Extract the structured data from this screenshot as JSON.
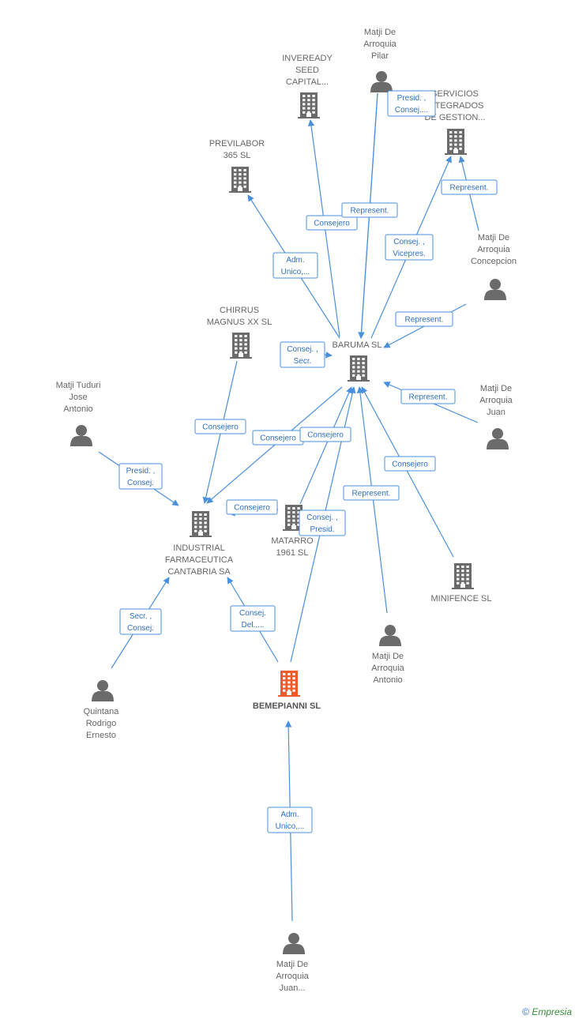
{
  "colors": {
    "edge": "#4a8fdc",
    "building": "#6b6b6b",
    "building_main": "#f05a28",
    "person": "#6b6b6b"
  },
  "nodes": [
    {
      "id": "inveready",
      "type": "company",
      "label": [
        "INVEREADY",
        "SEED",
        "CAPITAL..."
      ]
    },
    {
      "id": "pilar",
      "type": "person",
      "label": [
        "Matji De",
        "Arroquia",
        "Pilar"
      ]
    },
    {
      "id": "servicios",
      "type": "company",
      "label": [
        "SERVICIOS",
        "INTEGRADOS",
        "DE GESTION..."
      ]
    },
    {
      "id": "previlabor",
      "type": "company",
      "label": [
        "PREVILABOR",
        "365 SL"
      ]
    },
    {
      "id": "concepcion",
      "type": "person",
      "label": [
        "Matji De",
        "Arroquia",
        "Concepcion"
      ]
    },
    {
      "id": "chirrus",
      "type": "company",
      "label": [
        "CHIRRUS",
        "MAGNUS XX SL"
      ]
    },
    {
      "id": "baruma",
      "type": "company",
      "label": [
        "BARUMA SL"
      ]
    },
    {
      "id": "tuduri",
      "type": "person",
      "label": [
        "Matji Tuduri",
        "Jose",
        "Antonio"
      ]
    },
    {
      "id": "juan",
      "type": "person",
      "label": [
        "Matji De",
        "Arroquia",
        "Juan"
      ]
    },
    {
      "id": "industrial",
      "type": "company",
      "label": [
        "INDUSTRIAL",
        "FARMACEUTICA",
        "CANTABRIA SA"
      ]
    },
    {
      "id": "matarro",
      "type": "company",
      "label": [
        "MATARRO",
        "1961 SL"
      ]
    },
    {
      "id": "minifence",
      "type": "company",
      "label": [
        "MINIFENCE SL"
      ]
    },
    {
      "id": "antonio",
      "type": "person",
      "label": [
        "Matji De",
        "Arroquia",
        "Antonio"
      ]
    },
    {
      "id": "quintana",
      "type": "person",
      "label": [
        "Quintana",
        "Rodrigo",
        "Ernesto"
      ]
    },
    {
      "id": "bemepianni",
      "type": "company",
      "main": true,
      "label": [
        "BEMEPIANNI SL"
      ]
    },
    {
      "id": "juan2",
      "type": "person",
      "label": [
        "Matji De",
        "Arroquia",
        "Juan..."
      ]
    }
  ],
  "edges": [
    {
      "from": "baruma",
      "to": "inveready",
      "label": [
        "Consejero"
      ]
    },
    {
      "from": "pilar",
      "to": "baruma",
      "label": [
        "Represent."
      ]
    },
    {
      "from": "pilar",
      "to": "baruma",
      "label": [
        "Presid. ,",
        "Consej...."
      ]
    },
    {
      "from": "concepcion",
      "to": "servicios",
      "label": [
        "Represent."
      ]
    },
    {
      "from": "baruma",
      "to": "servicios",
      "label": [
        "Consej. ,",
        "Vicepres."
      ]
    },
    {
      "from": "baruma",
      "to": "previlabor",
      "label": [
        "Adm.",
        "Unico,..."
      ]
    },
    {
      "from": "concepcion",
      "to": "baruma",
      "label": [
        "Represent."
      ]
    },
    {
      "from": "chirrus",
      "to": "baruma",
      "label": [
        "Consej. ,",
        "Secr."
      ]
    },
    {
      "from": "juan",
      "to": "baruma",
      "label": [
        "Represent."
      ]
    },
    {
      "from": "chirrus",
      "to": "industrial",
      "label": [
        "Consejero"
      ]
    },
    {
      "from": "baruma",
      "to": "industrial",
      "label": [
        "Consejero"
      ]
    },
    {
      "from": "matarro",
      "to": "baruma",
      "label": [
        "Consejero"
      ]
    },
    {
      "from": "tuduri",
      "to": "industrial",
      "label": [
        "Presid. ,",
        "Consej."
      ]
    },
    {
      "from": "matarro",
      "to": "industrial",
      "label": [
        "Consejero"
      ]
    },
    {
      "from": "minifence",
      "to": "baruma",
      "label": [
        "Consejero"
      ]
    },
    {
      "from": "antonio",
      "to": "baruma",
      "label": [
        "Represent."
      ]
    },
    {
      "from": "bemepianni",
      "to": "baruma",
      "label": [
        "Consej. ,",
        "Presid."
      ]
    },
    {
      "from": "quintana",
      "to": "industrial",
      "label": [
        "Secr. ,",
        "Consej."
      ]
    },
    {
      "from": "bemepianni",
      "to": "industrial",
      "label": [
        "Consej.",
        "Del.,..."
      ]
    },
    {
      "from": "juan2",
      "to": "bemepianni",
      "label": [
        "Adm.",
        "Unico,..."
      ]
    }
  ],
  "footer": {
    "copyright": "©",
    "brand": "Empresia"
  }
}
